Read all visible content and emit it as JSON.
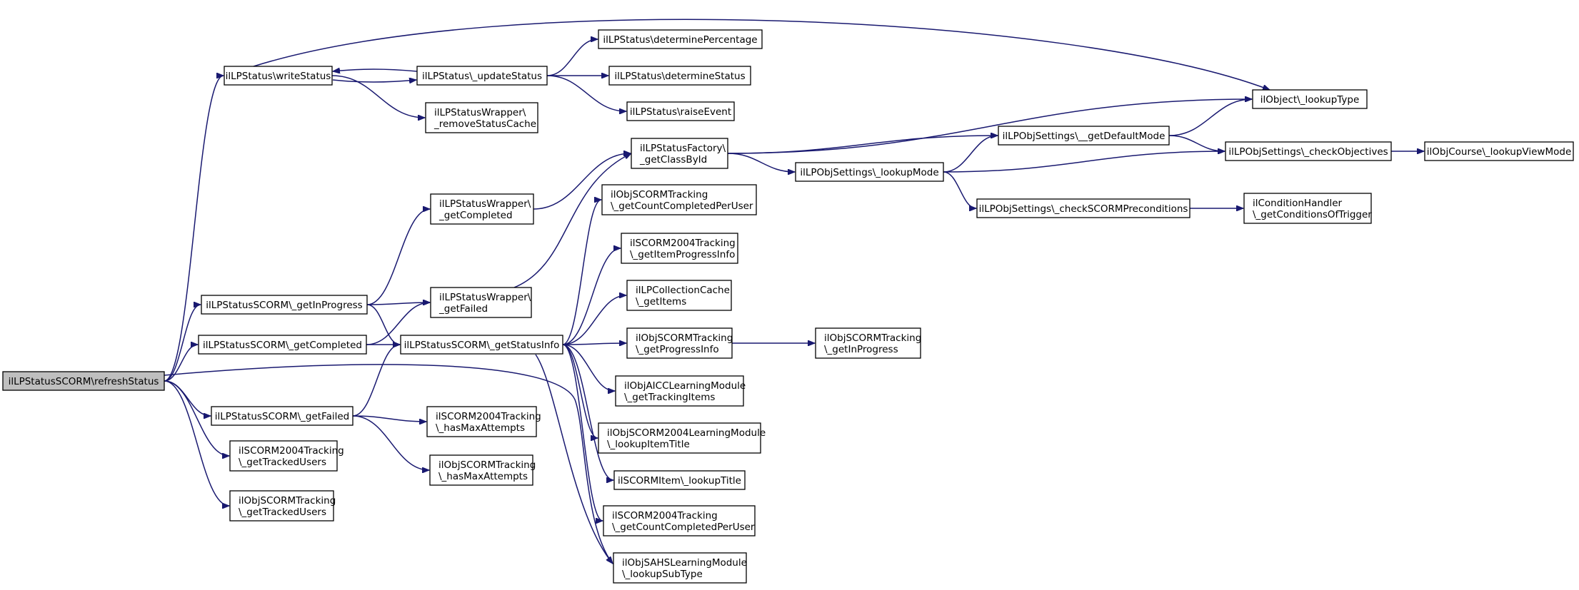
{
  "graph": {
    "root": "refreshStatus",
    "nodes": [
      {
        "id": "refreshStatus",
        "lines": [
          "ilLPStatusSCORM\\refreshStatus"
        ],
        "highlighted": true
      },
      {
        "id": "writeStatus",
        "lines": [
          "ilLPStatus\\writeStatus"
        ]
      },
      {
        "id": "updateStatus",
        "lines": [
          "ilLPStatus\\_updateStatus"
        ]
      },
      {
        "id": "determinePercentage",
        "lines": [
          "ilLPStatus\\determinePercentage"
        ]
      },
      {
        "id": "determineStatus",
        "lines": [
          "ilLPStatus\\determineStatus"
        ]
      },
      {
        "id": "raiseEvent",
        "lines": [
          "ilLPStatus\\raiseEvent"
        ]
      },
      {
        "id": "removeStatusCache",
        "lines": [
          "ilLPStatusWrapper\\",
          "_removeStatusCache"
        ]
      },
      {
        "id": "lookupType",
        "lines": [
          "ilObject\\_lookupType"
        ]
      },
      {
        "id": "getClassById",
        "lines": [
          "ilLPStatusFactory\\",
          "_getClassById"
        ]
      },
      {
        "id": "getDefaultMode",
        "lines": [
          "ilLPObjSettings\\__getDefaultMode"
        ]
      },
      {
        "id": "checkObjectives",
        "lines": [
          "ilLPObjSettings\\_checkObjectives"
        ]
      },
      {
        "id": "lookupViewMode",
        "lines": [
          "ilObjCourse\\_lookupViewMode"
        ]
      },
      {
        "id": "lookupMode",
        "lines": [
          "ilLPObjSettings\\_lookupMode"
        ]
      },
      {
        "id": "checkSCORMPreconditions",
        "lines": [
          "ilLPObjSettings\\_checkSCORMPreconditions"
        ]
      },
      {
        "id": "getConditionsOfTrigger",
        "lines": [
          "ilConditionHandler",
          "\\_getConditionsOfTrigger"
        ]
      },
      {
        "id": "wrapperGetCompleted",
        "lines": [
          "ilLPStatusWrapper\\",
          "_getCompleted"
        ]
      },
      {
        "id": "scormGetInProgress",
        "lines": [
          "ilLPStatusSCORM\\_getInProgress"
        ]
      },
      {
        "id": "wrapperGetFailed",
        "lines": [
          "ilLPStatusWrapper\\",
          "_getFailed"
        ]
      },
      {
        "id": "scormGetCompleted",
        "lines": [
          "ilLPStatusSCORM\\_getCompleted"
        ]
      },
      {
        "id": "getStatusInfo",
        "lines": [
          "ilLPStatusSCORM\\_getStatusInfo"
        ]
      },
      {
        "id": "scormGetFailed",
        "lines": [
          "ilLPStatusSCORM\\_getFailed"
        ]
      },
      {
        "id": "s2004GetTrackedUsers",
        "lines": [
          "ilSCORM2004Tracking",
          "\\_getTrackedUsers"
        ]
      },
      {
        "id": "objScormGetTrackedUsers",
        "lines": [
          "ilObjSCORMTracking",
          "\\_getTrackedUsers"
        ]
      },
      {
        "id": "s2004HasMaxAttempts",
        "lines": [
          "ilSCORM2004Tracking",
          "\\_hasMaxAttempts"
        ]
      },
      {
        "id": "objScormHasMaxAttempts",
        "lines": [
          "ilObjSCORMTracking",
          "\\_hasMaxAttempts"
        ]
      },
      {
        "id": "objScormGetCountCompleted",
        "lines": [
          "ilObjSCORMTracking",
          "\\_getCountCompletedPerUser"
        ]
      },
      {
        "id": "s2004GetItemProgressInfo",
        "lines": [
          "ilSCORM2004Tracking",
          "\\_getItemProgressInfo"
        ]
      },
      {
        "id": "collectionCacheGetItems",
        "lines": [
          "ilLPCollectionCache",
          "\\_getItems"
        ]
      },
      {
        "id": "objScormGetProgressInfo",
        "lines": [
          "ilObjSCORMTracking",
          "\\_getProgressInfo"
        ]
      },
      {
        "id": "objScormGetInProgress",
        "lines": [
          "ilObjSCORMTracking",
          "\\_getInProgress"
        ]
      },
      {
        "id": "aiccGetTrackingItems",
        "lines": [
          "ilObjAICCLearningModule",
          "\\_getTrackingItems"
        ]
      },
      {
        "id": "s2004LmLookupItemTitle",
        "lines": [
          "ilObjSCORM2004LearningModule",
          "\\_lookupItemTitle"
        ]
      },
      {
        "id": "scormItemLookupTitle",
        "lines": [
          "ilSCORMItem\\_lookupTitle"
        ]
      },
      {
        "id": "s2004GetCountCompleted",
        "lines": [
          "ilSCORM2004Tracking",
          "\\_getCountCompletedPerUser"
        ]
      },
      {
        "id": "sahsLookupSubType",
        "lines": [
          "ilObjSAHSLearningModule",
          "\\_lookupSubType"
        ]
      }
    ],
    "edges": [
      [
        "refreshStatus",
        "writeStatus"
      ],
      [
        "refreshStatus",
        "scormGetInProgress"
      ],
      [
        "refreshStatus",
        "scormGetCompleted"
      ],
      [
        "refreshStatus",
        "sahsLookupSubType"
      ],
      [
        "refreshStatus",
        "scormGetFailed"
      ],
      [
        "refreshStatus",
        "s2004GetTrackedUsers"
      ],
      [
        "refreshStatus",
        "objScormGetTrackedUsers"
      ],
      [
        "writeStatus",
        "updateStatus"
      ],
      [
        "writeStatus",
        "removeStatusCache"
      ],
      [
        "writeStatus",
        "lookupType"
      ],
      [
        "updateStatus",
        "writeStatus"
      ],
      [
        "updateStatus",
        "determinePercentage"
      ],
      [
        "updateStatus",
        "determineStatus"
      ],
      [
        "updateStatus",
        "raiseEvent"
      ],
      [
        "getClassById",
        "lookupType"
      ],
      [
        "getClassById",
        "getDefaultMode"
      ],
      [
        "getClassById",
        "lookupMode"
      ],
      [
        "getDefaultMode",
        "lookupType"
      ],
      [
        "getDefaultMode",
        "checkObjectives"
      ],
      [
        "checkObjectives",
        "lookupViewMode"
      ],
      [
        "lookupMode",
        "getDefaultMode"
      ],
      [
        "lookupMode",
        "checkObjectives"
      ],
      [
        "lookupMode",
        "checkSCORMPreconditions"
      ],
      [
        "checkSCORMPreconditions",
        "getConditionsOfTrigger"
      ],
      [
        "wrapperGetCompleted",
        "getClassById"
      ],
      [
        "wrapperGetFailed",
        "getClassById"
      ],
      [
        "scormGetInProgress",
        "wrapperGetCompleted"
      ],
      [
        "scormGetInProgress",
        "wrapperGetFailed"
      ],
      [
        "scormGetInProgress",
        "getStatusInfo"
      ],
      [
        "scormGetCompleted",
        "wrapperGetFailed"
      ],
      [
        "scormGetCompleted",
        "getStatusInfo"
      ],
      [
        "scormGetFailed",
        "getStatusInfo"
      ],
      [
        "scormGetFailed",
        "s2004HasMaxAttempts"
      ],
      [
        "scormGetFailed",
        "objScormHasMaxAttempts"
      ],
      [
        "getStatusInfo",
        "objScormGetCountCompleted"
      ],
      [
        "getStatusInfo",
        "s2004GetItemProgressInfo"
      ],
      [
        "getStatusInfo",
        "collectionCacheGetItems"
      ],
      [
        "getStatusInfo",
        "objScormGetProgressInfo"
      ],
      [
        "getStatusInfo",
        "aiccGetTrackingItems"
      ],
      [
        "getStatusInfo",
        "s2004LmLookupItemTitle"
      ],
      [
        "getStatusInfo",
        "scormItemLookupTitle"
      ],
      [
        "getStatusInfo",
        "s2004GetCountCompleted"
      ],
      [
        "getStatusInfo",
        "sahsLookupSubType"
      ],
      [
        "objScormGetProgressInfo",
        "objScormGetInProgress"
      ]
    ]
  }
}
